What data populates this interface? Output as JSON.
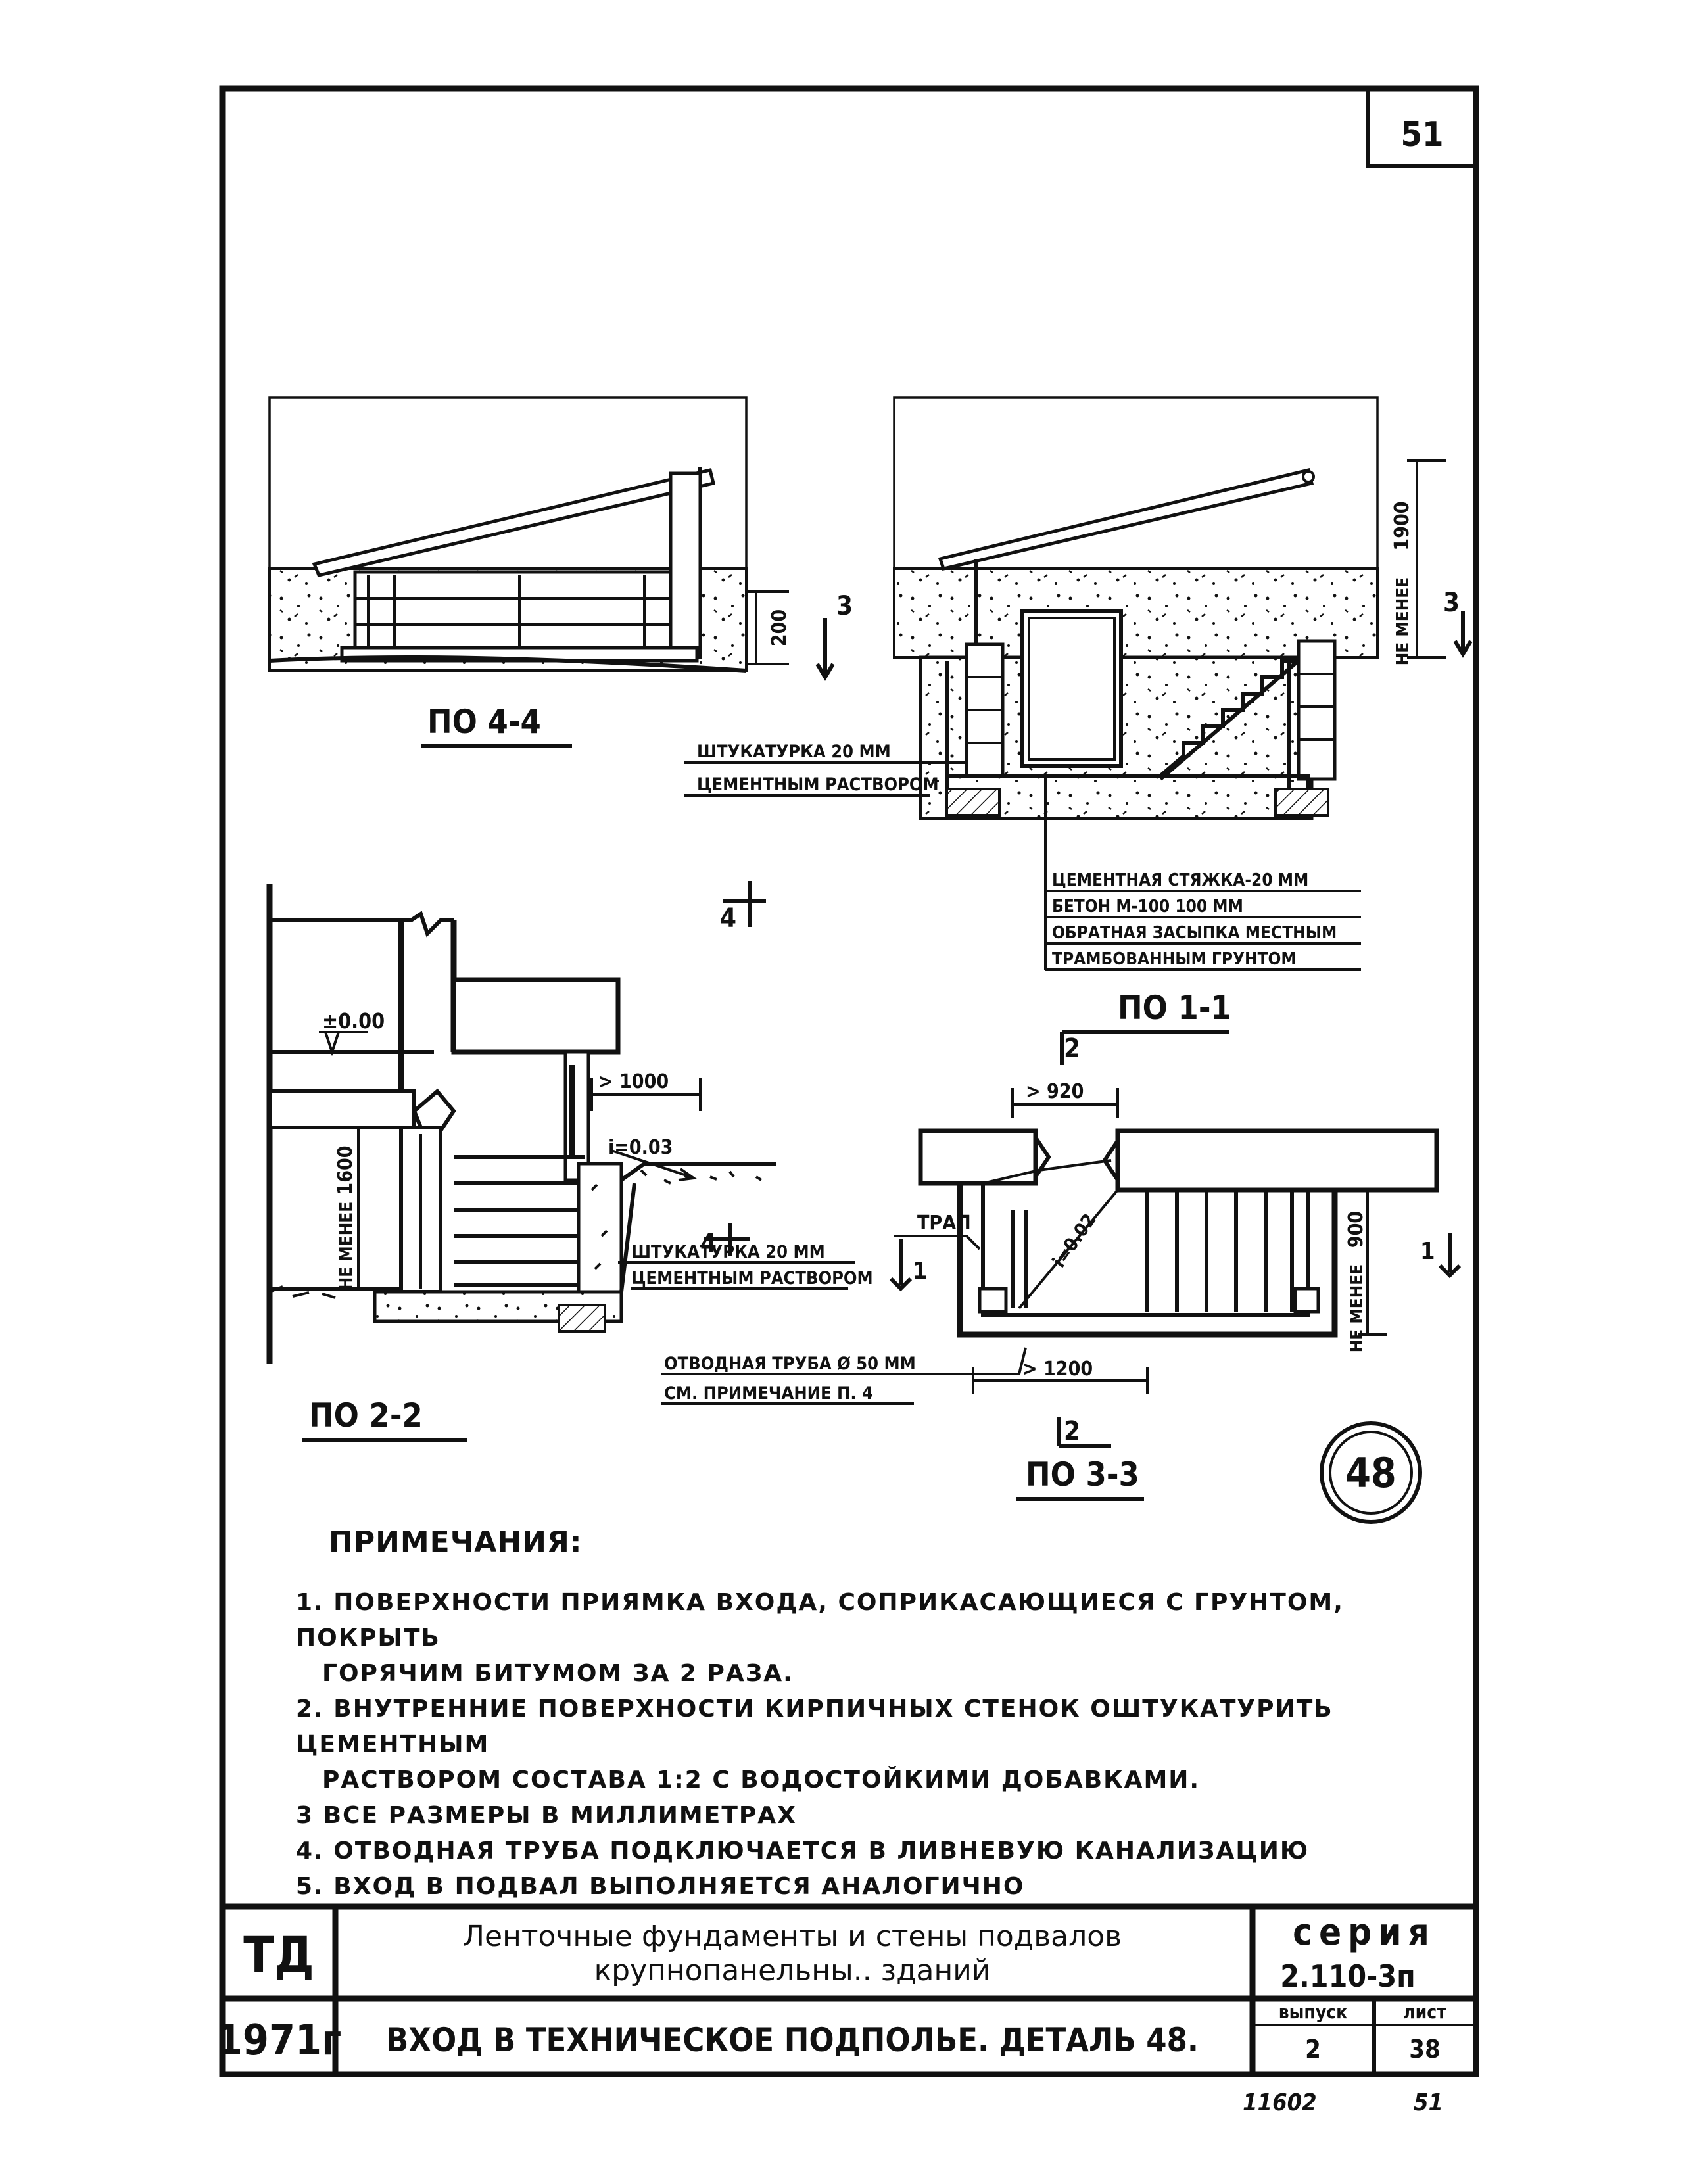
{
  "sheet": {
    "page_number": "51",
    "detail_mark": "48",
    "handwritten_bottom_left": "11602",
    "handwritten_bottom_right": "51"
  },
  "views": {
    "view_4_4": {
      "title": "ПО 4-4",
      "dim_200": "200",
      "cut_mark": "3"
    },
    "view_1_1": {
      "title": "ПО 1-1",
      "dim_1900": "1900",
      "not_less": "НЕ МЕНЕЕ",
      "cut_mark": "3",
      "plaster_label_1": "ШТУКАТУРКА 20 ММ",
      "plaster_label_2": "ЦЕМЕНТНЫМ РАСТВОРОМ",
      "layers": [
        "ЦЕМЕНТНАЯ СТЯЖКА-20 ММ",
        "БЕТОН М-100 100 ММ",
        "ОБРАТНАЯ ЗАСЫПКА МЕСТНЫМ",
        "ТРАМБОВАННЫМ ГРУНТОМ"
      ]
    },
    "view_2_2": {
      "title": "ПО 2-2",
      "level": "±0.00",
      "dim_1000": "> 1000",
      "slope": "i=0.03",
      "dim_1600": "1600",
      "not_less": "НЕ МЕНЕЕ",
      "cut_mark_top": "4",
      "cut_mark_bottom": "4",
      "plaster_label_1": "ШТУКАТУРКА 20 ММ",
      "plaster_label_2": "ЦЕМЕНТНЫМ РАСТВОРОМ",
      "pipe_label_1": "ОТВОДНАЯ ТРУБА Ø 50 ММ",
      "pipe_label_2": "СМ. ПРИМЕЧАНИЕ П. 4"
    },
    "view_3_3": {
      "title": "ПО 3-3",
      "dim_920": "> 920",
      "dim_1200": "> 1200",
      "dim_900": "900",
      "not_less": "НЕ МЕНЕЕ",
      "slope": "i=0.02",
      "trap": "ТРАП",
      "cut_mark_top": "2",
      "cut_mark_bottom": "2",
      "cut_mark_left": "1",
      "cut_mark_right": "1"
    }
  },
  "notes": {
    "title": "ПРИМЕЧАНИЯ:",
    "items": [
      {
        "num": "1.",
        "text": "ПОВЕРХНОСТИ ПРИЯМКА ВХОДА, СОПРИКАСАЮЩИЕСЯ С ГРУНТОМ, ПОКРЫТЬ",
        "cont": "ГОРЯЧИМ БИТУМОМ ЗА 2 РАЗА."
      },
      {
        "num": "2.",
        "text": "ВНУТРЕННИЕ ПОВЕРХНОСТИ КИРПИЧНЫХ СТЕНОК ОШТУКАТУРИТЬ ЦЕМЕНТНЫМ",
        "cont": "РАСТВОРОМ СОСТАВА 1:2 С ВОДОСТОЙКИМИ ДОБАВКАМИ."
      },
      {
        "num": "3",
        "text": "ВСЕ РАЗМЕРЫ В МИЛЛИМЕТРАХ"
      },
      {
        "num": "4.",
        "text": "ОТВОДНАЯ ТРУБА ПОДКЛЮЧАЕТСЯ В ЛИВНЕВУЮ КАНАЛИЗАЦИЮ"
      },
      {
        "num": "5.",
        "text": "ВХОД В ПОДВАЛ ВЫПОЛНЯЕТСЯ АНАЛОГИЧНО"
      }
    ]
  },
  "title_block": {
    "org": "ТД",
    "year": "1971г",
    "project_line_1": "Ленточные фундаменты и стены подвалов",
    "project_line_2": "крупнопанельны.. зданий",
    "sheet_title": "ВХОД В ТЕХНИЧЕСКОЕ ПОДПОЛЬЕ. ДЕТАЛЬ 48.",
    "series_label": "серия",
    "series_value": "2.110-3п",
    "issue_label": "выпуск",
    "issue_value": "2",
    "sheet_label": "лист",
    "sheet_value": "38"
  }
}
